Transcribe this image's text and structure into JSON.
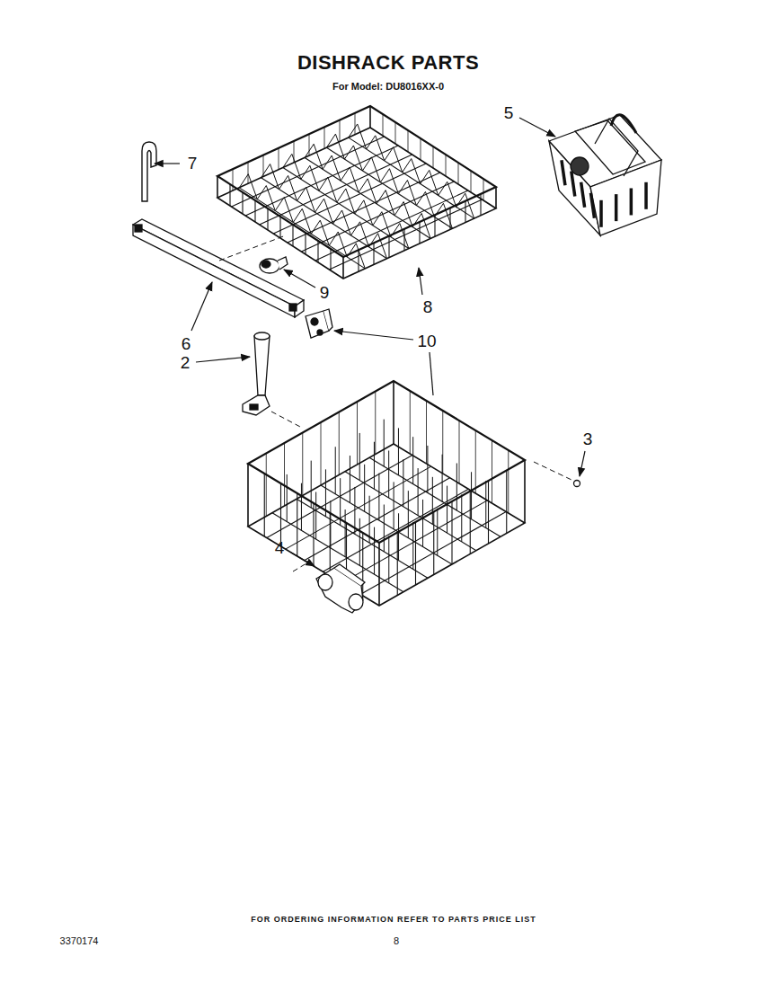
{
  "diagram": {
    "title": "DISHRACK PARTS",
    "labels": [
      "For Model: DU8016XX-0",
      "7",
      "5",
      "9",
      "8",
      "6",
      "2",
      "10",
      "3",
      "4",
      "FOR ORDERING INFORMATION REFER TO PARTS PRICE LIST",
      "3370174",
      "8"
    ]
  }
}
